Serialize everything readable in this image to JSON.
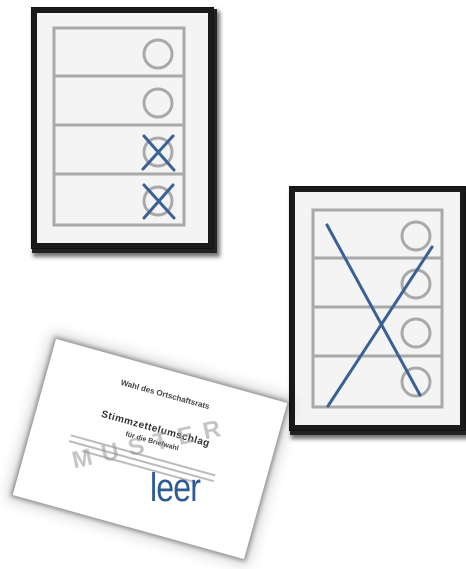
{
  "colors": {
    "mark": "#3a6196",
    "grid": "#a9a9a9",
    "paper": "#f4f4f4"
  },
  "ballots": [
    {
      "id": "valid",
      "rows": 4,
      "marked_rows": [
        3,
        4
      ],
      "crossed_out": false
    },
    {
      "id": "invalid",
      "rows": 4,
      "marked_rows": [],
      "crossed_out": true
    }
  ],
  "envelope": {
    "line1": "Wahl des Ortschaftsrats",
    "line2": "Stimmzettelumschlag",
    "line3": "für die Briefwahl",
    "watermark": "MUSTER"
  },
  "label": "leer"
}
